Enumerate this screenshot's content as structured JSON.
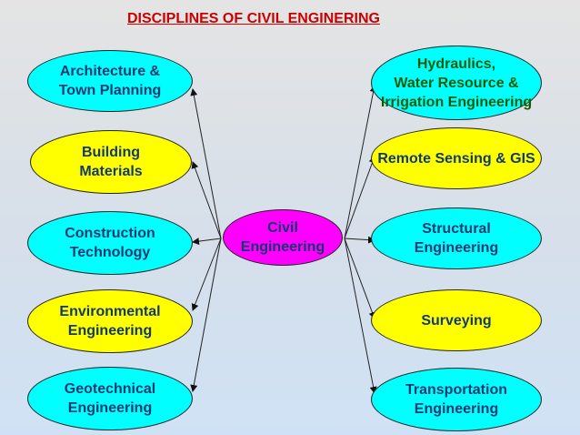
{
  "title": "DISCIPLINES OF CIVIL ENGINERING",
  "center": {
    "label": "Civil Engineering",
    "color": "#ff00ff"
  },
  "left_nodes": [
    {
      "label": "Architecture &\nTown Planning",
      "color": "#00ffff"
    },
    {
      "label": "Building\nMaterials",
      "color": "#ffff00"
    },
    {
      "label": "Construction\nTechnology",
      "color": "#00ffff"
    },
    {
      "label": "Environmental\nEngineering",
      "color": "#ffff00"
    },
    {
      "label": "Geotechnical\nEngineering",
      "color": "#00ffff"
    }
  ],
  "right_nodes": [
    {
      "label": "Hydraulics,\nWater Resource &\nIrrigation Engineering",
      "color": "#00ffff"
    },
    {
      "label": "Remote Sensing & GIS",
      "color": "#ffff00"
    },
    {
      "label": "Structural\nEngineering",
      "color": "#00ffff"
    },
    {
      "label": "Surveying",
      "color": "#ffff00"
    },
    {
      "label": "Transportation\nEngineering",
      "color": "#00ffff"
    }
  ]
}
